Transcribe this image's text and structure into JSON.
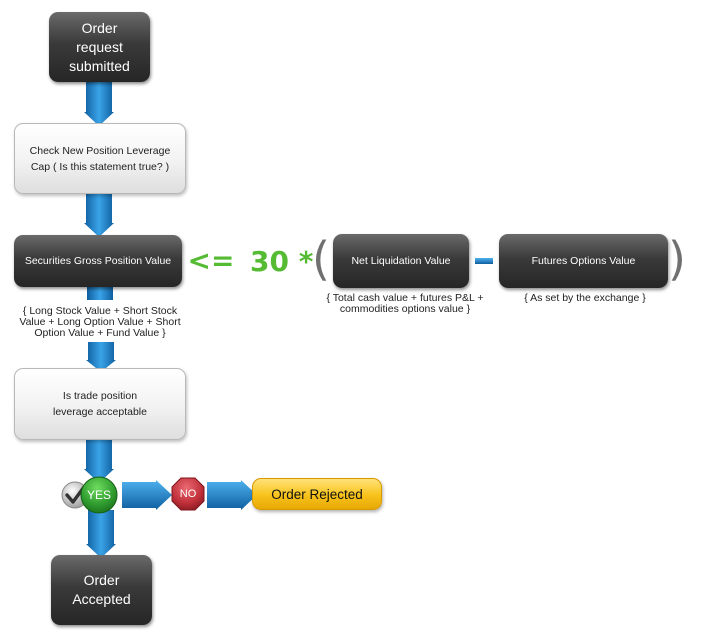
{
  "nodes": {
    "order_request": "Order request submitted",
    "check_leverage": "Check New Position Leverage Cap ( Is this statement true? )",
    "securities_gross": "Securities Gross Position Value",
    "net_liquidation": "Net Liquidation Value",
    "futures_options": "Futures Options Value",
    "trade_acceptable": "Is trade position leverage acceptable",
    "order_rejected": "Order Rejected",
    "order_accepted": "Order Accepted"
  },
  "equation": {
    "operator": "<=",
    "multiplier": "30 *",
    "open_paren": "(",
    "close_paren": ")",
    "minus": "−"
  },
  "notes": {
    "securities_gross": "{ Long Stock Value + Short Stock Value + Long Option Value + Short Option Value + Fund Value }",
    "net_liquidation": "{ Total cash value + futures P&L + commodities options value }",
    "futures_options": "{ As set by the exchange }"
  },
  "decisions": {
    "yes": "YES",
    "no": "NO"
  },
  "colors": {
    "arrow_blue": "#2a8fd6",
    "operator_green": "#55bb33",
    "yes_green": "#2e9a2e",
    "no_red": "#c0303a",
    "rejected_yellow": "#f7c21a"
  }
}
